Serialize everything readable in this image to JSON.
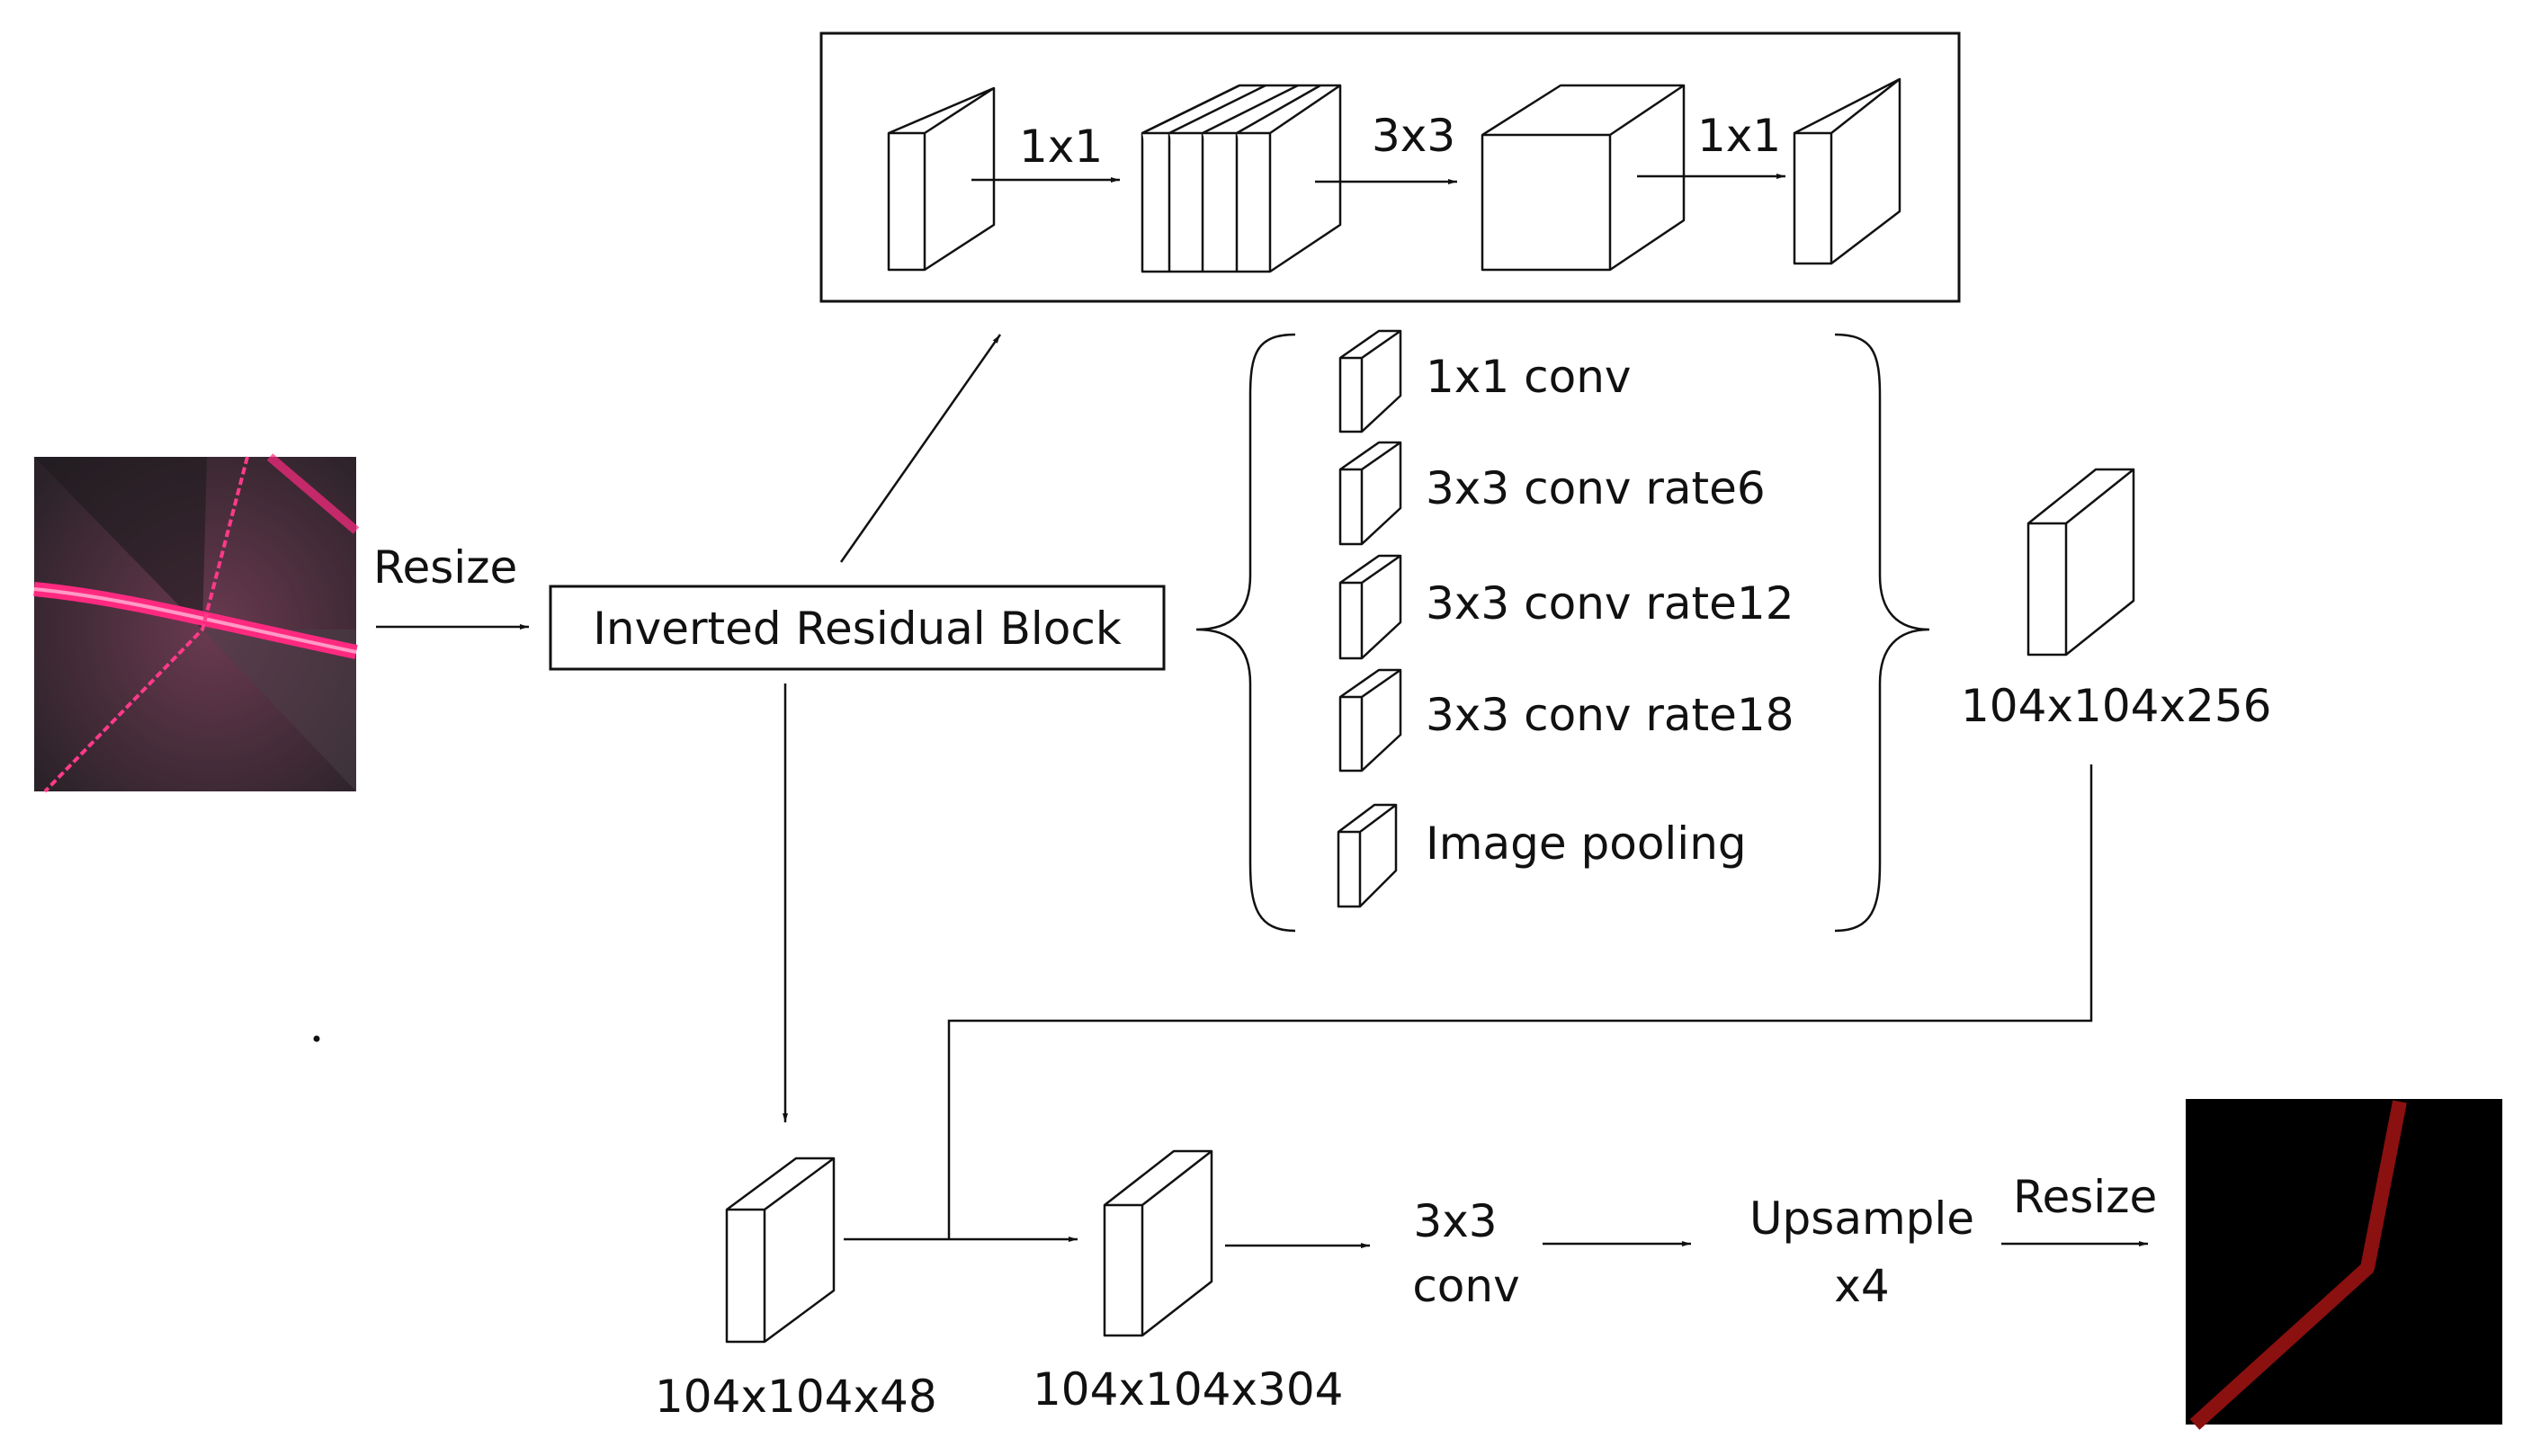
{
  "input_image": {
    "name": "input-laser-image",
    "colors": {
      "background": "#3a2a30",
      "laser": "#ff2a80"
    }
  },
  "output_image": {
    "name": "output-segmentation-mask",
    "colors": {
      "background": "#000000",
      "line": "#8b1010"
    }
  },
  "labels": {
    "resize_in": "Resize",
    "resize_out": "Resize",
    "inverted_residual_block": "Inverted Residual Block",
    "block_1x1_a": "1x1",
    "block_3x3": "3x3",
    "block_1x1_b": "1x1",
    "aspp": [
      "1x1 conv",
      "3x3 conv rate6",
      "3x3 conv rate12",
      "3x3 conv rate18",
      "Image pooling"
    ],
    "aspp_output_size": "104x104x256",
    "low_level_size": "104x104x48",
    "concat_size": "104x104x304",
    "conv3x3": [
      "3x3",
      "conv"
    ],
    "upsample": [
      "Upsample",
      "x4"
    ]
  }
}
